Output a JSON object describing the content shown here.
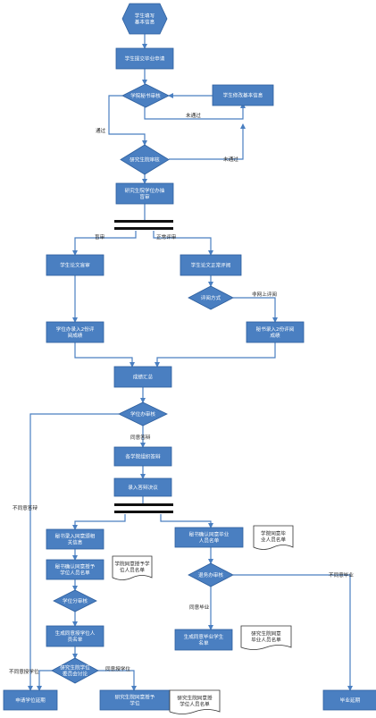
{
  "nodes": {
    "start": [
      "学生填写",
      "基本信息"
    ],
    "submit": [
      "学生提交毕业申请"
    ],
    "college_secretary_review": [
      "学院秘书审核"
    ],
    "student_edit_info": [
      "学生修改基本信息"
    ],
    "graduate_school_review": [
      "研究生院审核"
    ],
    "grad_degree_office_blind": [
      "研究生院学位办抽",
      "盲审"
    ],
    "student_blind_review": [
      "学生论文盲审"
    ],
    "student_normal_review": [
      "学生论文正常评阅"
    ],
    "review_method": [
      "评阅方式"
    ],
    "degree_office_enter_blind": [
      "学位办录入2份评",
      "阅成绩"
    ],
    "secretary_enter_normal": [
      "秘书录入2份评阅",
      "成绩"
    ],
    "score_summary": [
      "成绩汇总"
    ],
    "degree_review": [
      "学位办审核"
    ],
    "college_defense": [
      "各学院组织答辩"
    ],
    "enter_decision": [
      "录入答辩决议"
    ],
    "secretary_enter_info": [
      "秘书录入同意颁相",
      "关信息"
    ],
    "secretary_confirm_grad": [
      "秘书确认同意毕业",
      "人员名单"
    ],
    "doc_agree_grad": [
      "学院同意毕",
      "业人员名单"
    ],
    "secretary_confirm_degree": [
      "秘书确认同意授予",
      "学位人员名单"
    ],
    "doc_agree_degree": [
      "学院同意授予学",
      "位人员名单"
    ],
    "degree_subcommittee": [
      "学位分审核"
    ],
    "research_office_review": [
      "退务办审核"
    ],
    "generate_degree_list": [
      "生成同意授学位人",
      "员名单"
    ],
    "generate_grad_list": [
      "生成同意毕业学生",
      "名单"
    ],
    "doc_grad_school_grad": [
      "研究生院同意",
      "毕业人员名单"
    ],
    "committee": [
      "研究生院学位",
      "委员会讨论"
    ],
    "apply_degree_delay": [
      "申请学位延期"
    ],
    "grant_degree": [
      "研究生院同意授予",
      "学位"
    ],
    "doc_grant_degree": [
      "研究生院同意授",
      "学位人员名单"
    ],
    "grad_delay": [
      "毕业延期"
    ]
  },
  "edge_labels": {
    "pass": "通过",
    "not_pass_1": "未通过",
    "not_pass_2": "未通过",
    "blind": "盲审",
    "normal": "正常评审",
    "online": "非网上评阅",
    "agree_defense": "同意答辩",
    "disagree_defense": "不同意答辩",
    "disagree_grad": "不同意毕业",
    "agree_grad": "同意毕业",
    "disagree_degree": "不同意授学位",
    "agree_degree": "同意授学位"
  },
  "colors": {
    "node_fill": "#4a7fc1",
    "edge": "#4a7fc1",
    "bar": "#111111"
  }
}
